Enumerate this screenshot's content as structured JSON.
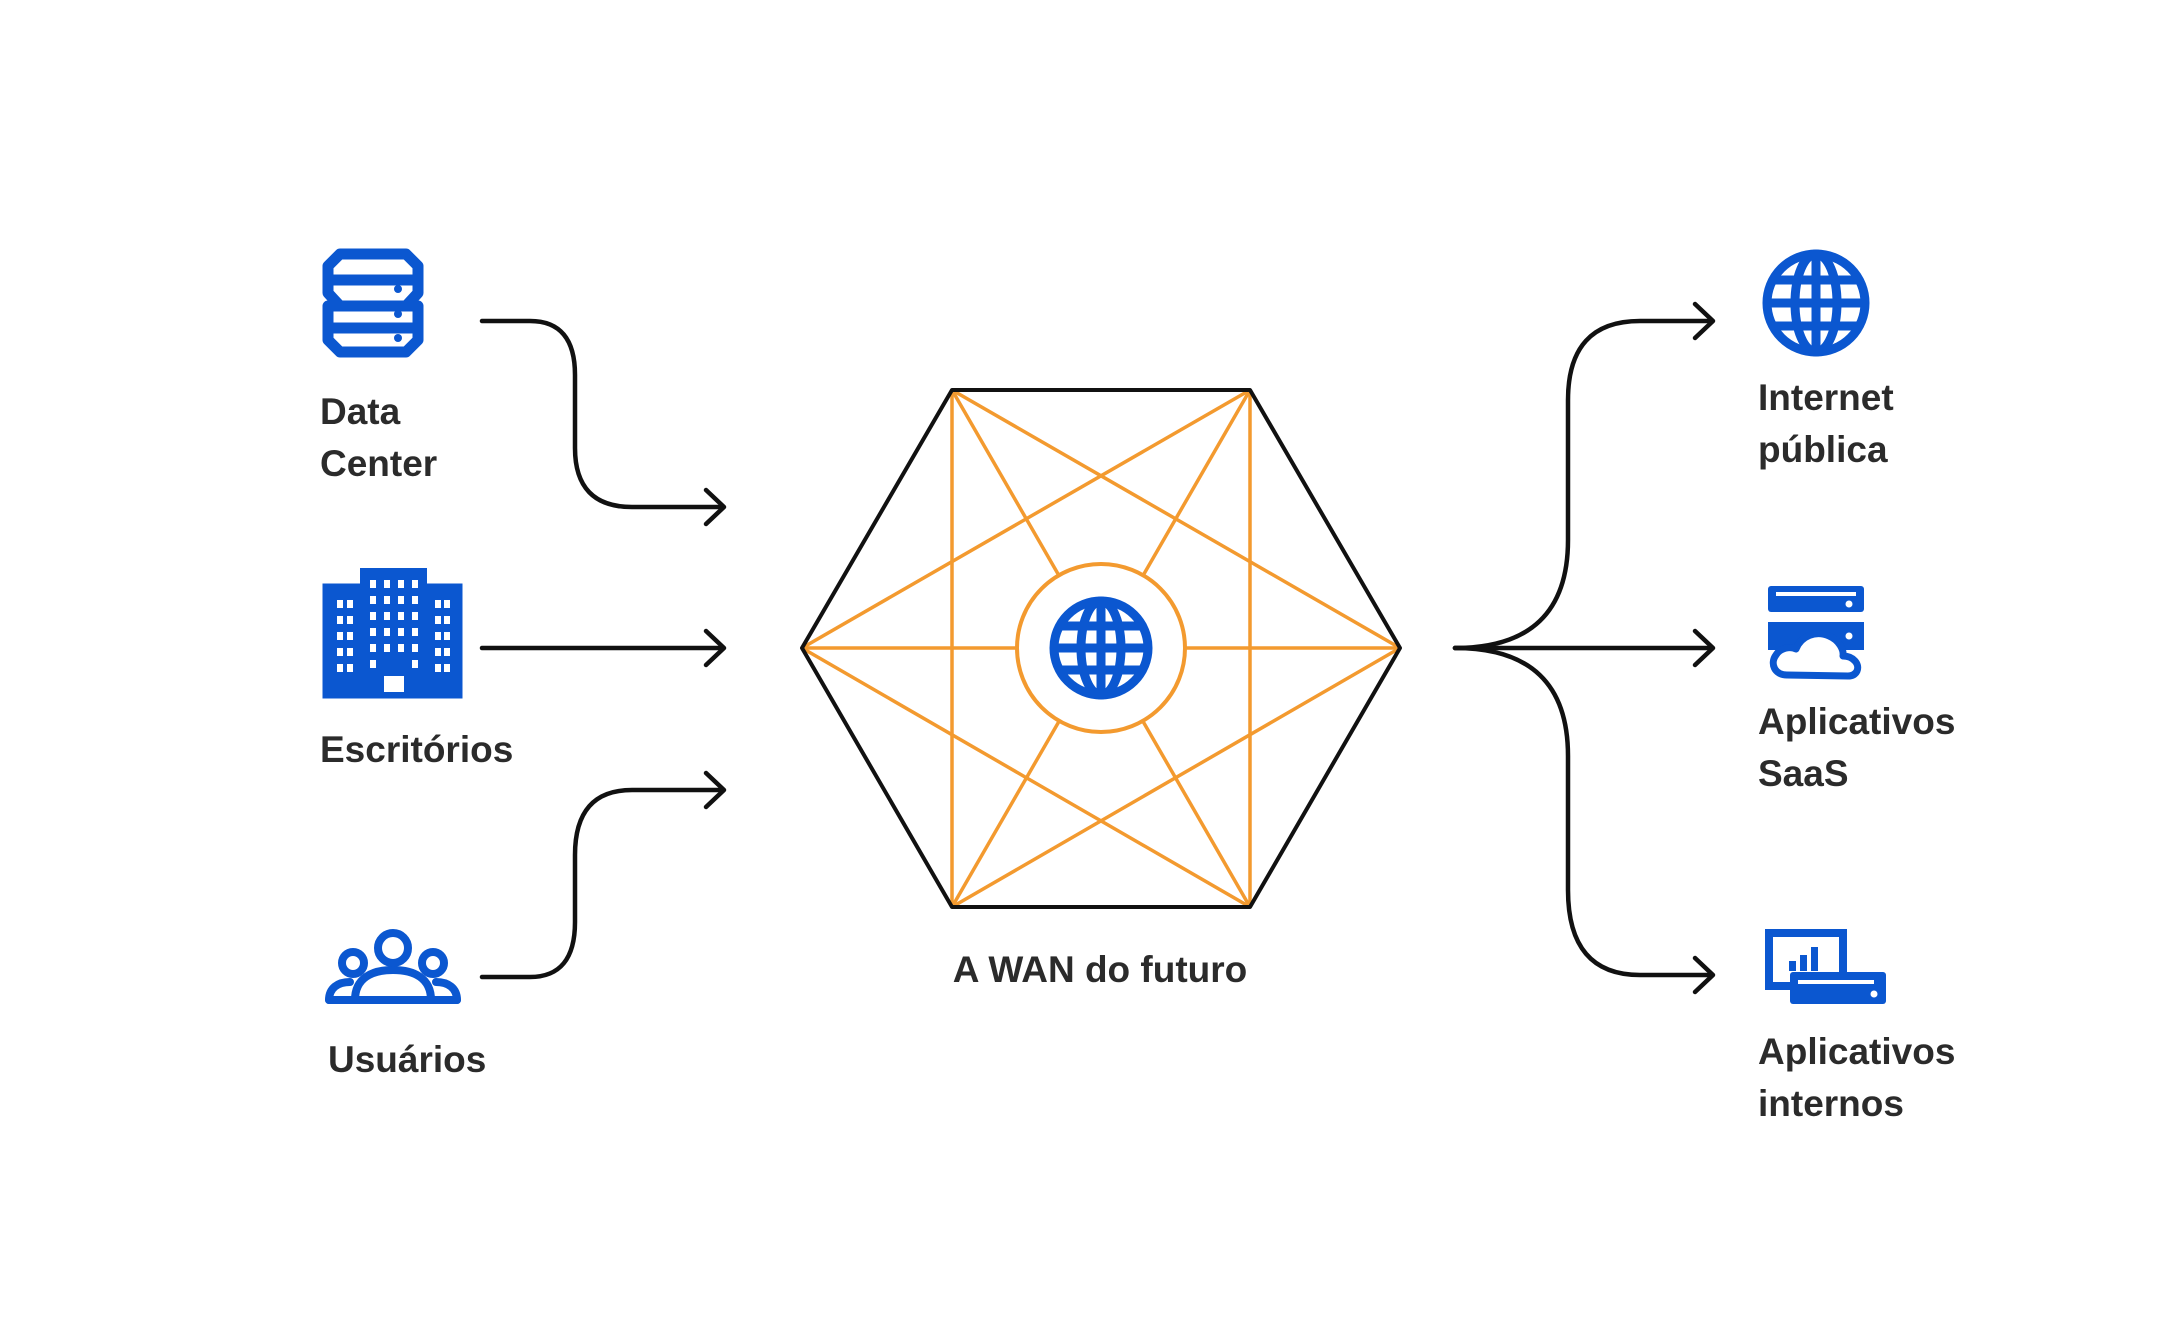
{
  "colors": {
    "icon_blue": "#0b57d0",
    "hub_orange": "#f39a2f",
    "line_black": "#111111",
    "text": "#2b2b2b"
  },
  "sources": [
    {
      "id": "data-center",
      "icon": "server-stack-icon",
      "label_lines": [
        "Data",
        "Center"
      ]
    },
    {
      "id": "escritorios",
      "icon": "office-building-icon",
      "label_lines": [
        "Escritórios"
      ]
    },
    {
      "id": "usuarios",
      "icon": "users-group-icon",
      "label_lines": [
        "Usuários"
      ]
    }
  ],
  "hub": {
    "label": "A WAN do futuro",
    "icon": "globe-icon"
  },
  "destinations": [
    {
      "id": "internet-publica",
      "icon": "globe-icon",
      "label_lines": [
        "Internet",
        "pública"
      ]
    },
    {
      "id": "aplicativos-saas",
      "icon": "cloud-server-icon",
      "label_lines": [
        "Aplicativos",
        "SaaS"
      ]
    },
    {
      "id": "aplicativos-internos",
      "icon": "dashboard-server-icon",
      "label_lines": [
        "Aplicativos",
        "internos"
      ]
    }
  ]
}
